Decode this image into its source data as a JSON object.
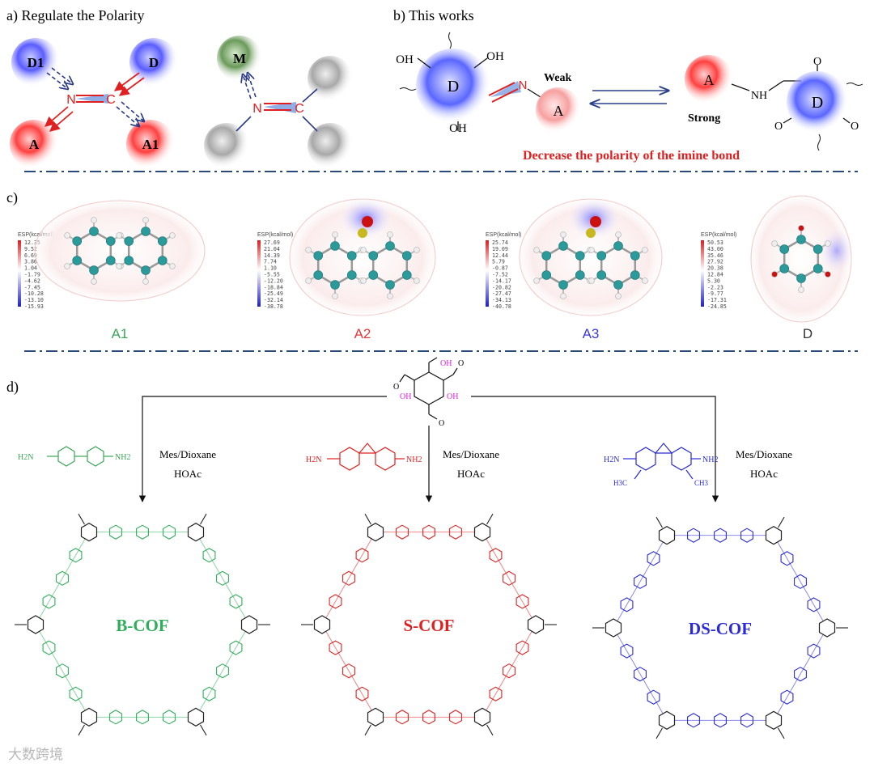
{
  "panel_a": {
    "label": "a) Regulate the Polarity",
    "spheres": {
      "d1": "D1",
      "d": "D",
      "a": "A",
      "a1": "A1",
      "m": "M"
    },
    "atom_n": "N",
    "atom_c": "C"
  },
  "panel_b": {
    "label": "b) This works",
    "oh": "OH",
    "d": "D",
    "a": "A",
    "n": "N",
    "nh": "NH",
    "o": "O",
    "weak": "Weak",
    "strong": "Strong",
    "conclusion": "Decrease the polarity of the imine bond"
  },
  "panel_c": {
    "label": "c)",
    "esp_title": "ESP(kcal/mol)",
    "maps": [
      {
        "name": "A1",
        "color": "#3aa657",
        "ticks": [
          "12.35",
          "9.52",
          "6.69",
          "3.86",
          "1.04",
          "-1.79",
          "-4.62",
          "-7.45",
          "-10.28",
          "-13.10",
          "-15.93"
        ]
      },
      {
        "name": "A2",
        "color": "#e03a3a",
        "ticks": [
          "27.69",
          "21.04",
          "14.39",
          "7.74",
          "1.10",
          "-5.55",
          "-12.20",
          "-18.84",
          "-25.49",
          "-32.14",
          "-38.78"
        ]
      },
      {
        "name": "A3",
        "color": "#3b3bd6",
        "ticks": [
          "25.74",
          "19.09",
          "12.44",
          "5.79",
          "-0.87",
          "-7.52",
          "-14.17",
          "-20.82",
          "-27.47",
          "-34.13",
          "-40.78"
        ]
      },
      {
        "name": "D",
        "color": "#333333",
        "ticks": [
          "50.53",
          "43.00",
          "35.46",
          "27.92",
          "20.38",
          "12.84",
          "5.30",
          "-2.23",
          "-9.77",
          "-17.31",
          "-24.85"
        ]
      }
    ]
  },
  "panel_d": {
    "label": "d)",
    "aldehyde_oh": "OH",
    "aldehyde_o": "O",
    "conditions_line1": "Mes/Dioxane",
    "conditions_line2": "HOAc",
    "amine_groups": {
      "h2n": "H2N",
      "nh2": "NH2",
      "h3c": "H3C",
      "ch3": "CH3"
    },
    "cof_names": [
      "B-COF",
      "S-COF",
      "DS-COF"
    ],
    "cof_colors": [
      "#2fae5a",
      "#e02020",
      "#2a2ad8"
    ]
  },
  "watermark": "大数跨境",
  "colors": {
    "red": "#e02020",
    "blue": "#2a2ad8",
    "green": "#3aa657",
    "magenta": "#e020e0"
  }
}
